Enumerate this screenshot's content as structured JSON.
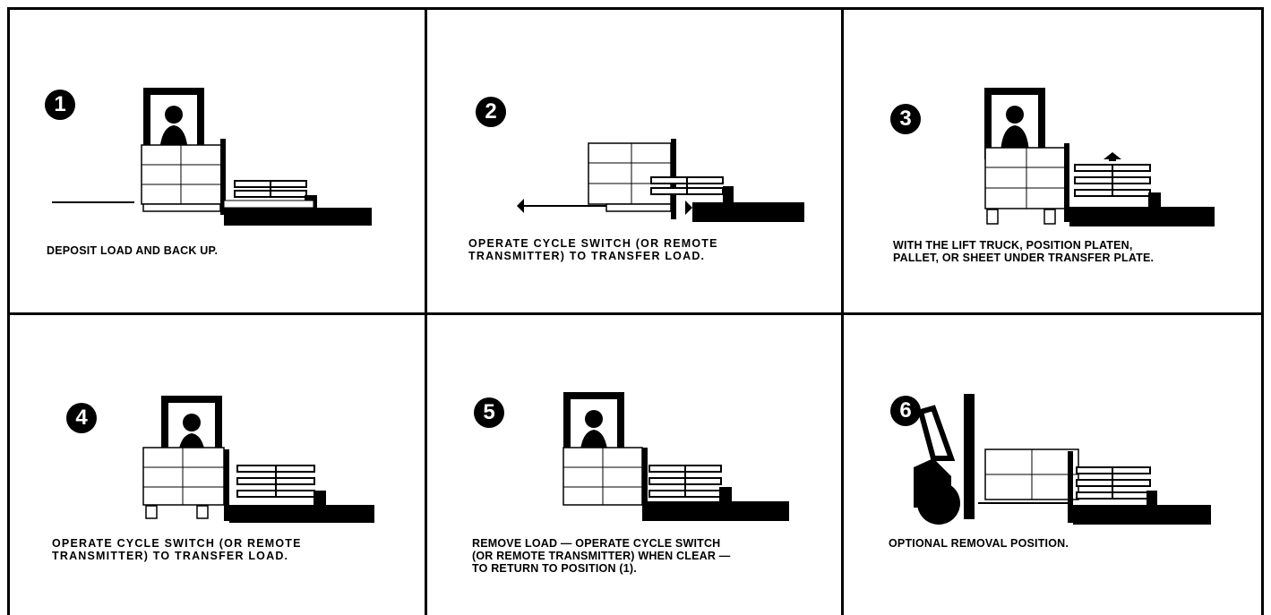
{
  "steps": [
    {
      "number": "1",
      "caption": "DEPOSIT LOAD AND BACK UP."
    },
    {
      "number": "2",
      "caption": "OPERATE CYCLE SWITCH (OR REMOTE\nTRANSMITTER) TO TRANSFER LOAD."
    },
    {
      "number": "3",
      "caption": "WITH THE LIFT TRUCK, POSITION PLATEN,\nPALLET, OR SHEET UNDER TRANSFER PLATE."
    },
    {
      "number": "4",
      "caption": "OPERATE CYCLE SWITCH (OR REMOTE\nTRANSMITTER) TO TRANSFER LOAD."
    },
    {
      "number": "5",
      "caption": "REMOVE LOAD — OPERATE CYCLE SWITCH\n(OR REMOTE TRANSMITTER) WHEN CLEAR —\nTO RETURN TO POSITION (1)."
    },
    {
      "number": "6",
      "caption": "OPTIONAL REMOVAL POSITION."
    }
  ]
}
